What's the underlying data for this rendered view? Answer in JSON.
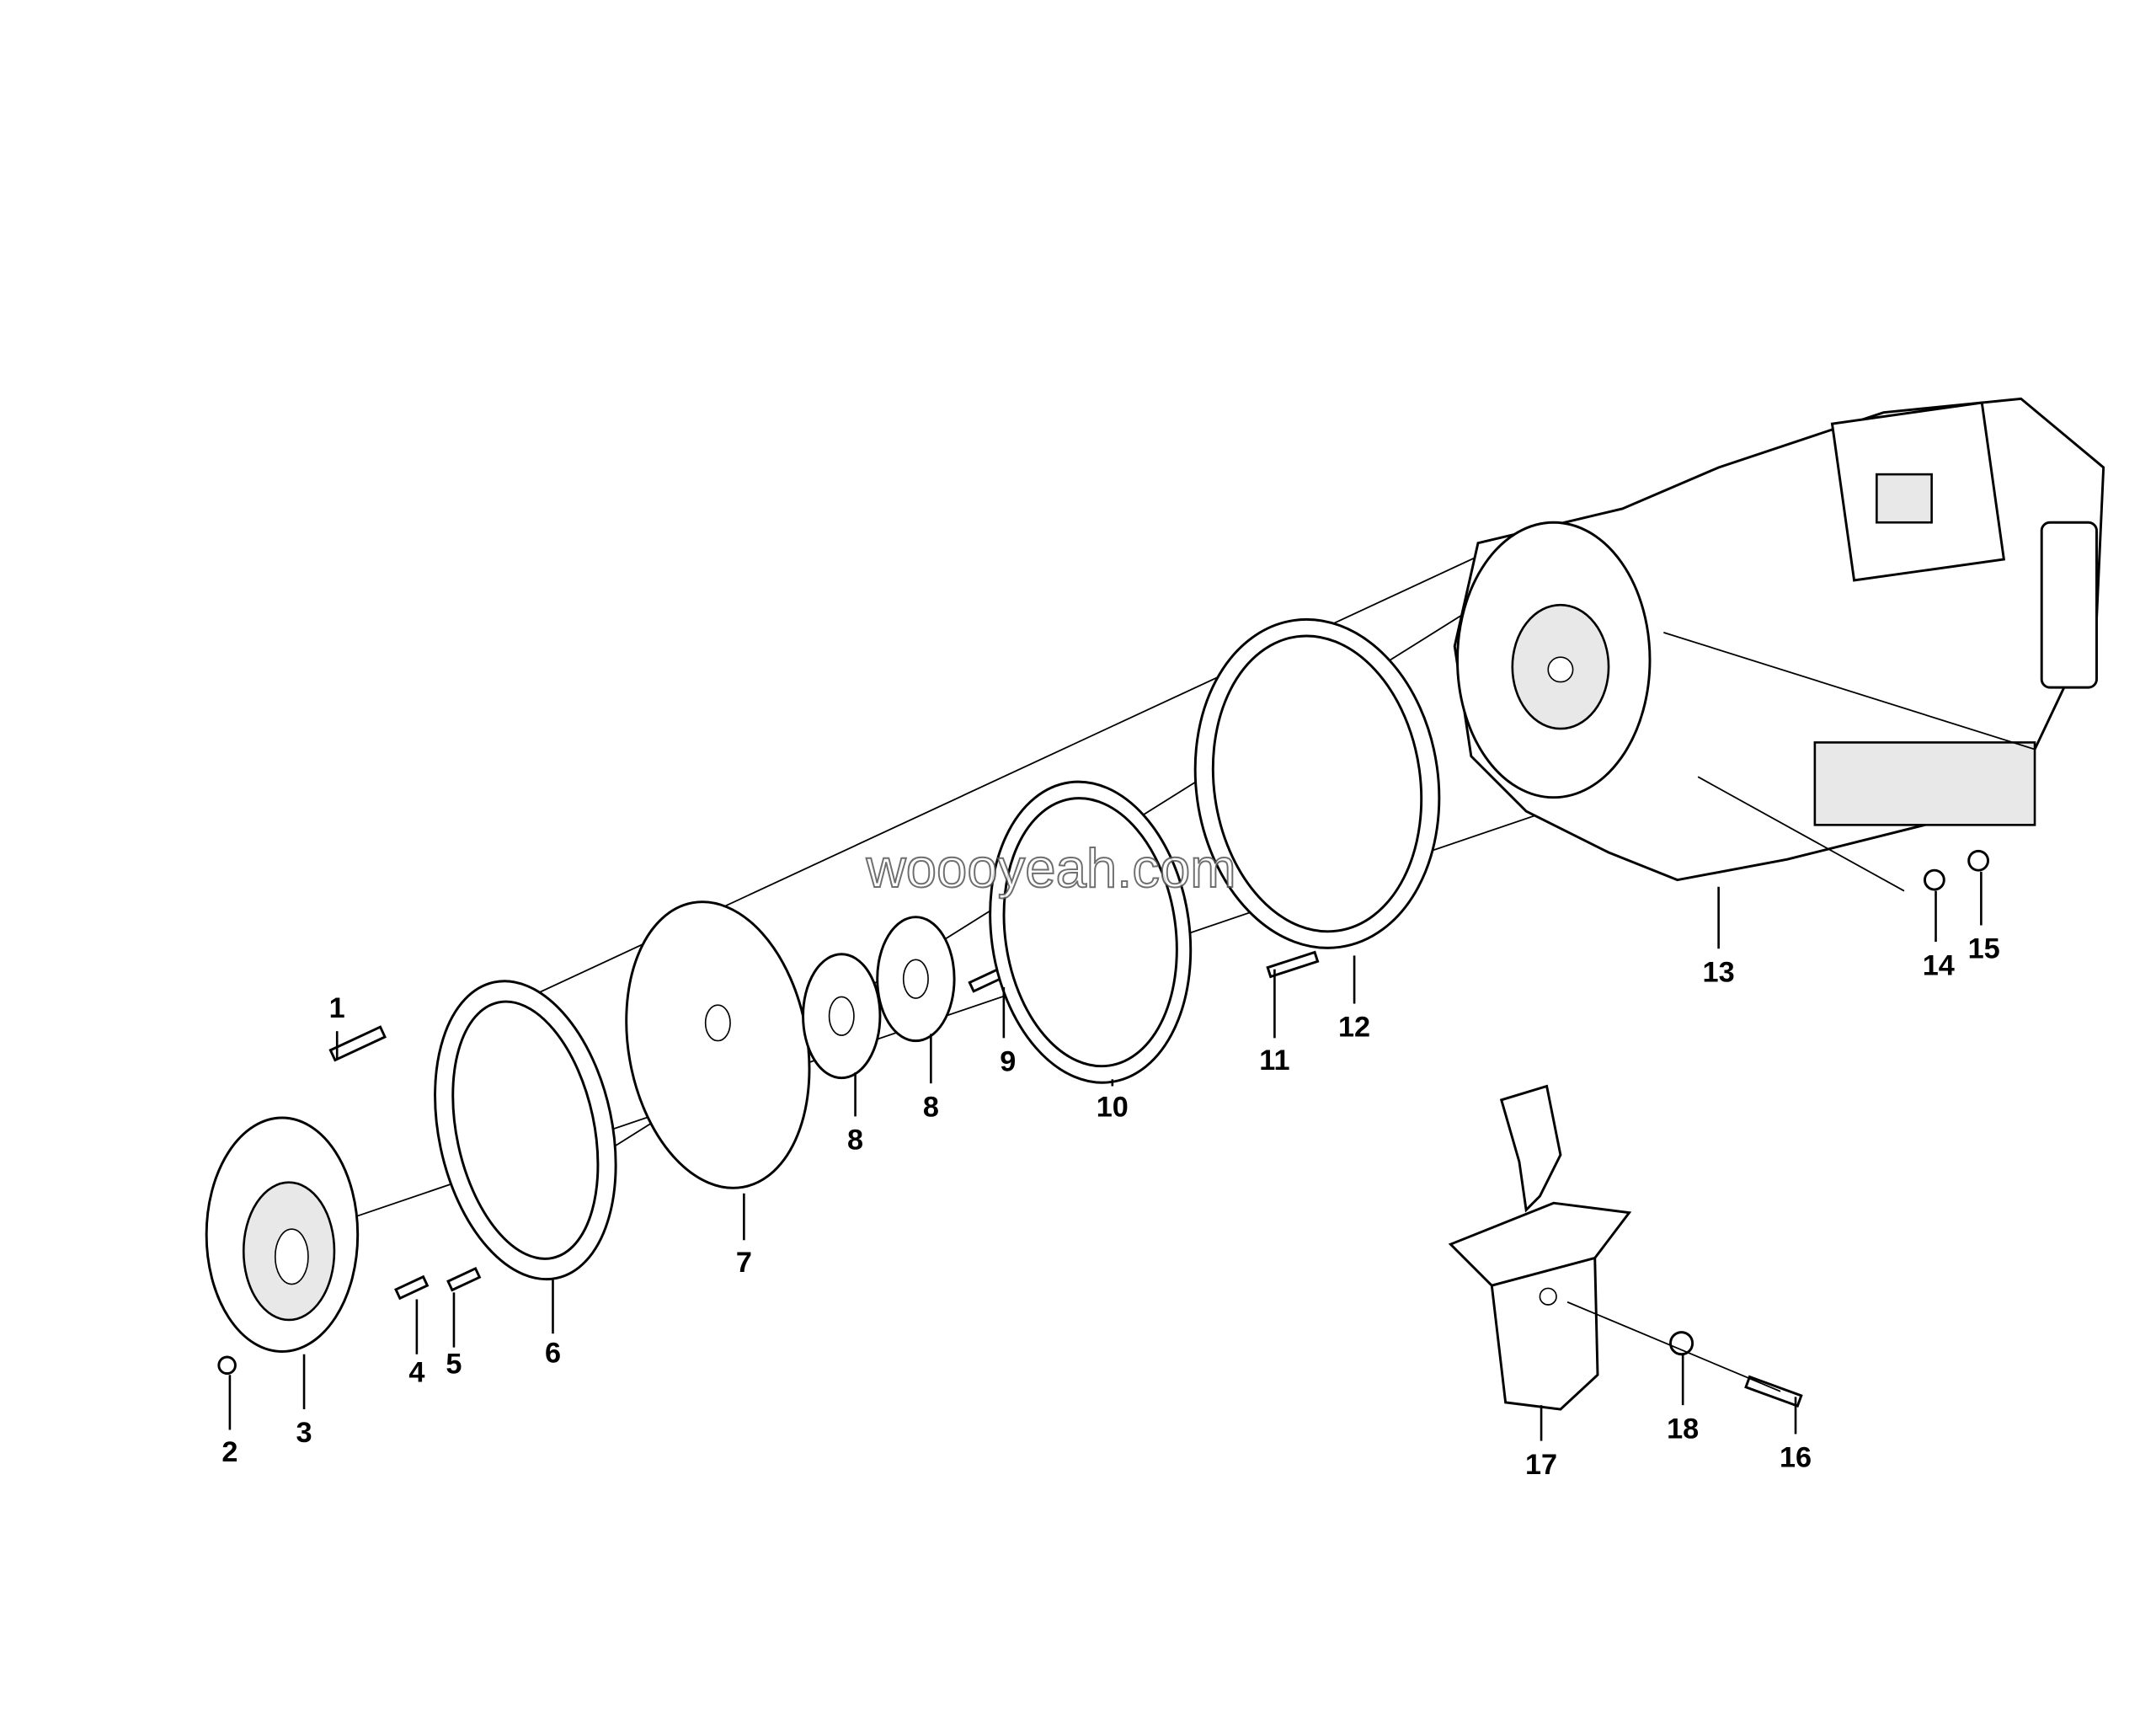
{
  "watermark": "woooyeah.com",
  "callouts": [
    "1",
    "2",
    "3",
    "4",
    "5",
    "6",
    "7",
    "8",
    "8",
    "9",
    "10",
    "11",
    "12",
    "13",
    "14",
    "15",
    "16",
    "17",
    "18"
  ],
  "colors": {
    "line": "#000000",
    "background": "#ffffff",
    "shade": "#e8e8e8"
  }
}
